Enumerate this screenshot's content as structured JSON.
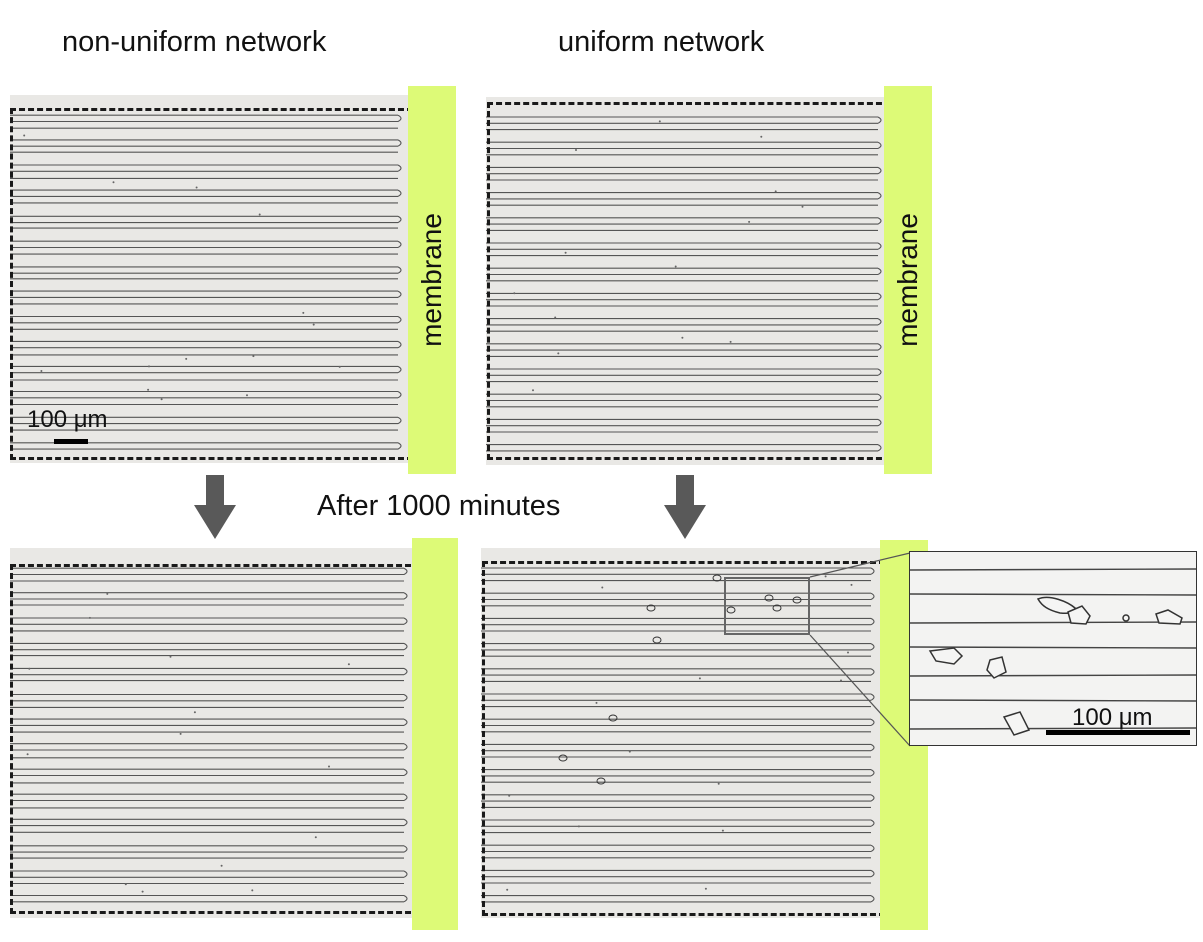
{
  "panels": {
    "top_left_title": "non-uniform network",
    "top_right_title": "uniform network",
    "middle_caption": "After 1000 minutes"
  },
  "labels": {
    "membrane": "membrane"
  },
  "scale_bars": {
    "main": "100 μm",
    "inset": "100 μm"
  },
  "colors": {
    "membrane": "#ddfa77",
    "arrow": "#595959",
    "micrograph_background": "#e9e8e5",
    "channel_line": "#555555",
    "dashed_border": "#1a1a1a"
  },
  "icons": {
    "down_arrow": "down-arrow-icon"
  }
}
